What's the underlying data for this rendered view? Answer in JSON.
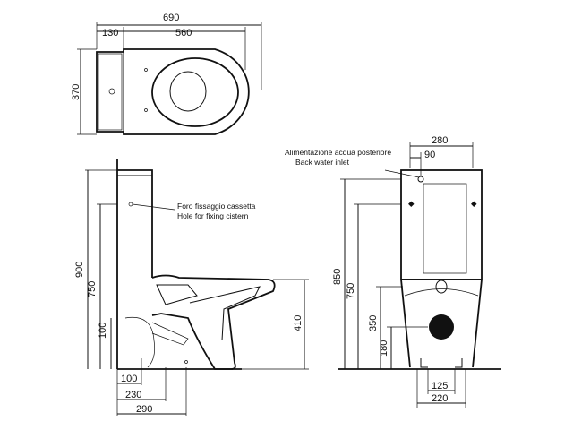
{
  "top_view": {
    "overall_width": "690",
    "tank_depth": "130",
    "bowl_length": "560",
    "depth": "370"
  },
  "side_view": {
    "overall_height": "900",
    "seat_height": "750",
    "drain_height": "100",
    "bowl_rim_height": "410",
    "bottom_offset_100": "100",
    "bottom_offset_230": "230",
    "bottom_offset_290": "290",
    "note_it": "Foro fissaggio cassetta",
    "note_en": "Hole for fixing cistern"
  },
  "front_view": {
    "tank_width": "280",
    "inlet_offset": "90",
    "height_850": "850",
    "height_750": "750",
    "height_350": "350",
    "height_180": "180",
    "base_125": "125",
    "base_220": "220",
    "note_it": "Alimentazione acqua posteriore",
    "note_en": "Back water inlet"
  }
}
